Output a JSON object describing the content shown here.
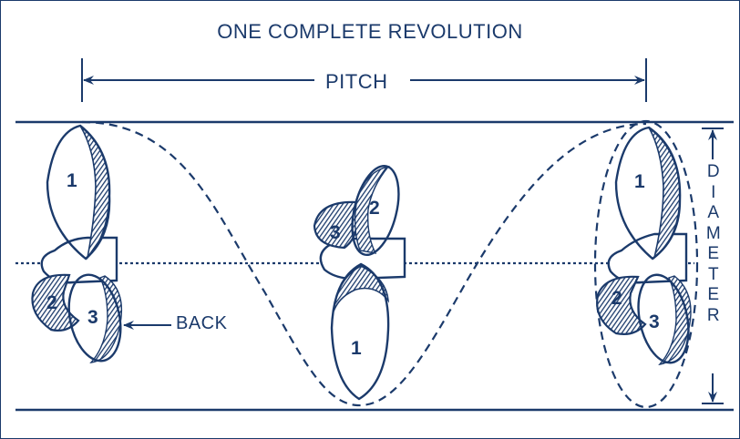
{
  "title": "ONE COMPLETE REVOLUTION",
  "pitch_label": "PITCH",
  "diameter_label": "DIAMETER",
  "back_label": "BACK",
  "blade_labels": [
    "1",
    "2",
    "3"
  ],
  "colors": {
    "ink": "#1b3a6b",
    "background": "#ffffff"
  }
}
